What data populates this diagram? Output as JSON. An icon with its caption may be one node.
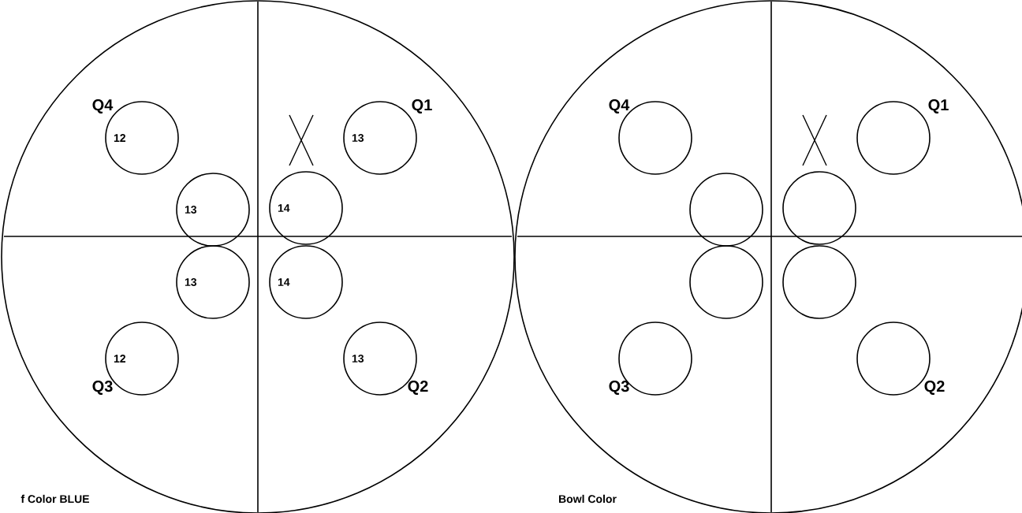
{
  "diagram": {
    "nodes": [
      {
        "text": [],
        "shape": "circle"
      },
      {
        "text": [
          "12"
        ],
        "in": 0
      },
      {
        "text": [
          "13"
        ],
        "in": 0
      },
      {
        "text": [
          "14"
        ],
        "in": 0
      },
      {
        "text": [
          "13"
        ],
        "in": 0
      },
      {
        "text": [
          "13"
        ],
        "in": 0
      },
      {
        "text": [
          "14"
        ],
        "in": 0
      },
      {
        "text": [
          "12"
        ],
        "in": 0
      },
      {
        "text": [
          "13"
        ],
        "in": 0
      },
      {
        "text": [],
        "shape": "circle"
      },
      {
        "text": [],
        "shape": "circle",
        "in": 9
      },
      {
        "text": [],
        "shape": "circle",
        "in": 9
      },
      {
        "text": [],
        "shape": "circle",
        "in": 9
      },
      {
        "text": [],
        "shape": "circle",
        "in": 9
      },
      {
        "text": [],
        "shape": "circle",
        "in": 9
      },
      {
        "text": [],
        "shape": "circle",
        "in": 9
      },
      {
        "text": [],
        "shape": "circle",
        "in": 9
      },
      {
        "text": [],
        "shape": "circle",
        "in": 9
      }
    ],
    "edges": [],
    "labels": [
      "Q4",
      "Q1",
      "Q3",
      "Q2",
      "Q4",
      "Q1",
      "Q3",
      "Q2",
      "f Color BLUE",
      "Bowl Color"
    ]
  }
}
